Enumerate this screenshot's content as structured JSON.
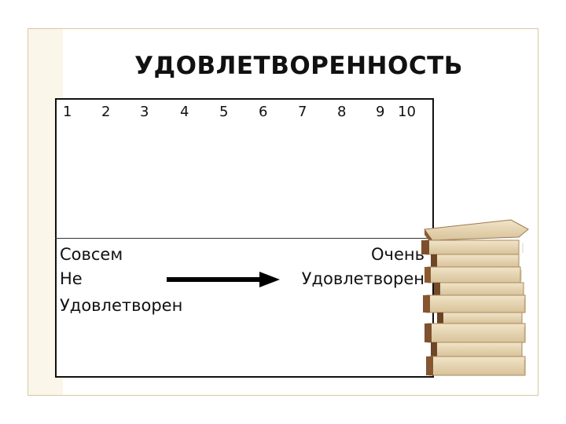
{
  "title": "УДОВЛЕТВОРЕННОСТЬ",
  "scale": {
    "numbers": [
      "1",
      "2",
      "3",
      "4",
      "5",
      "6",
      "7",
      "8",
      "9",
      "10"
    ]
  },
  "low_label": {
    "line1": "Совсем",
    "line2": "Не",
    "line3": "Удовлетворен"
  },
  "high_label": {
    "line1": "Очень",
    "line2": "Удовлетворен"
  },
  "icons": {
    "arrow": "arrow-right-icon",
    "books": "book-stack-icon"
  }
}
